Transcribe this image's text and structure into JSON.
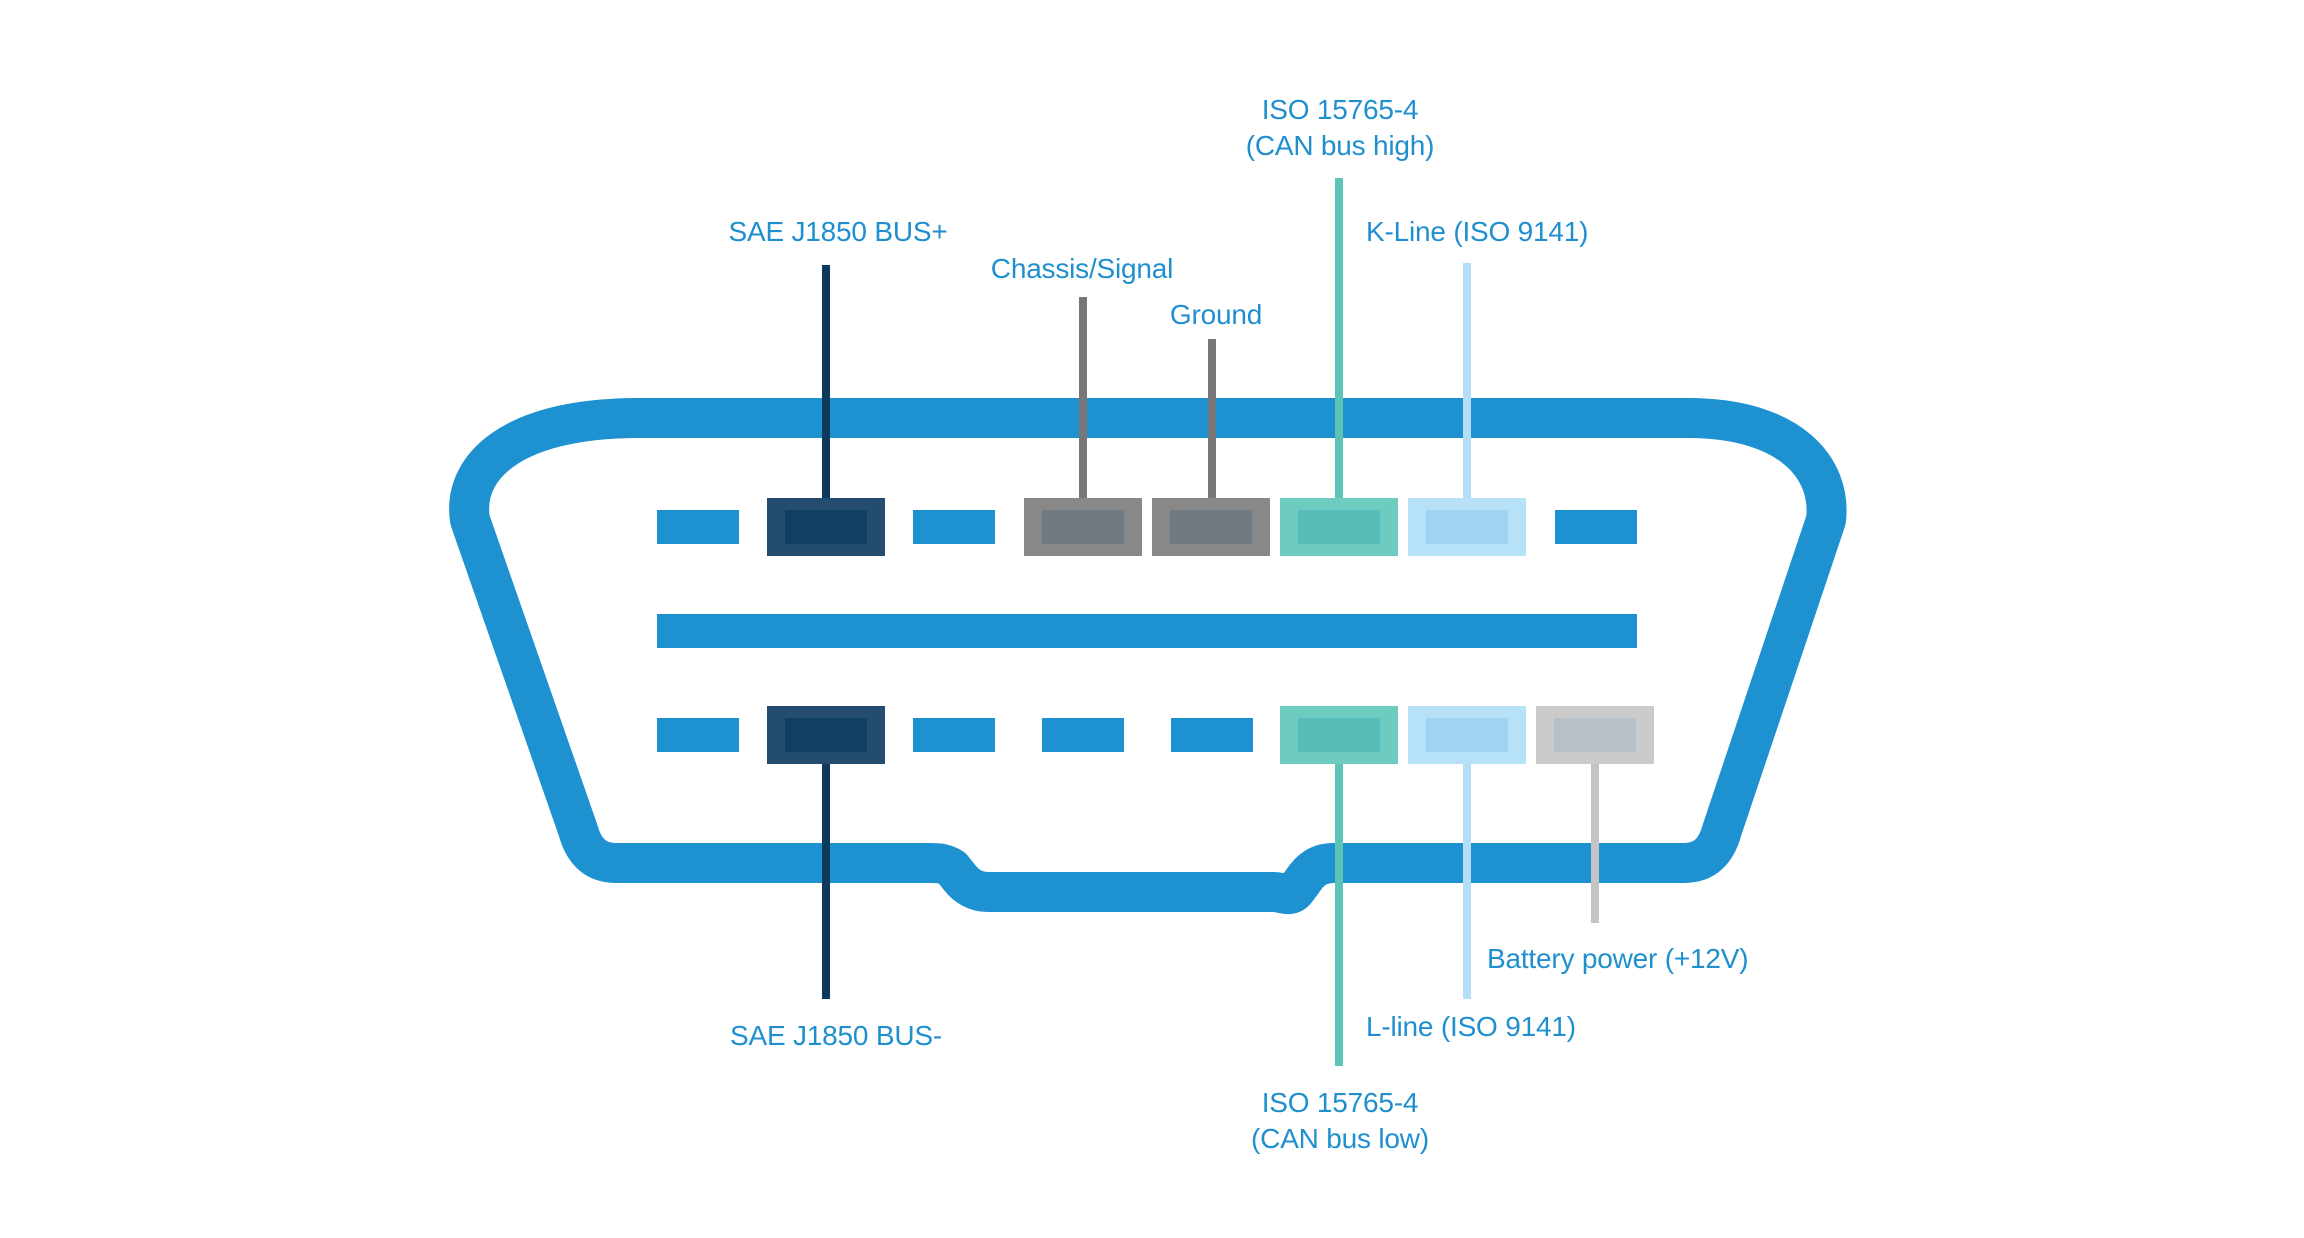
{
  "diagram": {
    "title": "OBD-II connector pinout",
    "colors": {
      "outline": "#1e92d0",
      "label_text": "#1f8fd0",
      "unused_pin": "#1e92d0",
      "j1850": {
        "outer": "#234c6e",
        "inner": "#0f4064",
        "line": "#0d3a5c"
      },
      "chassis_ground": {
        "outer": "#888888",
        "inner": "#727a81",
        "line": "#777777"
      },
      "can": {
        "outer": "#6ecbc0",
        "inner": "#58bdb9",
        "line": "#5ec4b8"
      },
      "iso9141": {
        "outer": "#b7e1f7",
        "inner": "#a0d3f1",
        "line": "#b3def5"
      },
      "battery": {
        "outer": "#cbcbcb",
        "inner": "#b8c0c8",
        "line": "#c4c4c4"
      }
    },
    "labels": {
      "can_high": [
        "ISO 15765-4",
        "(CAN bus high)"
      ],
      "j1850_plus": "SAE J1850 BUS+",
      "k_line": "K-Line (ISO 9141)",
      "chassis_signal": "Chassis/Signal",
      "ground": "Ground",
      "battery": "Battery power (+12V)",
      "l_line": "L-line (ISO 9141)",
      "j1850_minus": "SAE J1850 BUS-",
      "can_low": [
        "ISO 15765-4",
        "(CAN bus low)"
      ]
    },
    "top_row": [
      "unused",
      "j1850",
      "unused",
      "chassis_ground",
      "chassis_ground",
      "can",
      "iso9141",
      "unused"
    ],
    "bottom_row": [
      "unused",
      "j1850",
      "unused",
      "unused",
      "unused",
      "can",
      "iso9141",
      "battery"
    ]
  }
}
